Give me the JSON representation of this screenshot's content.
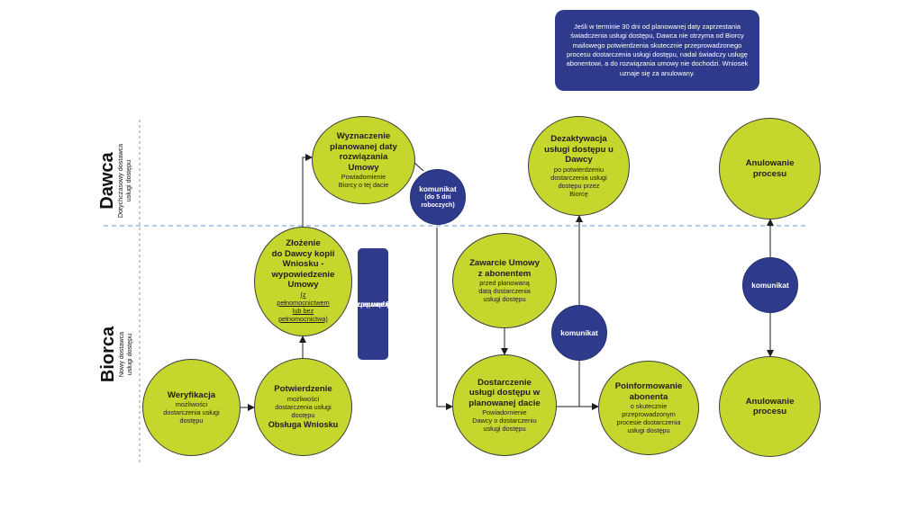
{
  "lanes": {
    "top": {
      "title": "Dawca",
      "sub1": "Dotychczasowy dostawca",
      "sub2": "usługi dostępu"
    },
    "bottom": {
      "title": "Biorca",
      "sub1": "Nowy dostawca",
      "sub2": "usługi dostępu"
    }
  },
  "nodes": {
    "weryfikacja": {
      "title": "Weryfikacja",
      "l1": "możliwości",
      "l2": "dostarczenia usługi",
      "l3": "dostępu"
    },
    "potwierdzenie": {
      "title": "Potwierdzenie",
      "l1": "możliwości",
      "l2": "dostarczenia usługi",
      "l3": "dostępu",
      "bold": "Obsługa Wniosku"
    },
    "zlozenie": {
      "t1": "Złożenie",
      "t2": "do Dawcy kopii",
      "t3": "Wniosku -",
      "t4": "wypowiedzenie",
      "t5": "Umowy",
      "u1": "(z",
      "u2": "pełnomocnictwem",
      "u3": "lub bez",
      "u4": "pełnomocnictwa)"
    },
    "wyznaczenie": {
      "t1": "Wyznaczenie",
      "t2": "planowanej daty",
      "t3": "rozwiązania",
      "t4": "Umowy",
      "s1": "Powiadomienie",
      "s2": "Biorcy o tej dacie"
    },
    "zawarcie": {
      "t1": "Zawarcie Umowy",
      "t2": "z abonentem",
      "s1": "przed planowaną",
      "s2": "datą dostarczenia",
      "s3": "usługi dostępu"
    },
    "dostarczenie": {
      "t1": "Dostarczenie",
      "t2": "usługi dostępu w",
      "t3": "planowanej dacie",
      "s1": "Powiadomienie",
      "s2": "Dawcy o dostarczeniu",
      "s3": "usługi dostępu"
    },
    "dezaktywacja": {
      "t1": "Dezaktywacja",
      "t2": "usługi dostępu u",
      "t3": "Dawcy",
      "s1": "po potwierdzeniu",
      "s2": "dostarczenia usługi",
      "s3": "dostępu przez",
      "s4": "Biorcę"
    },
    "poinformowanie": {
      "t1": "Poinformowanie",
      "t2": "abonenta",
      "s1": "o skutecznie",
      "s2": "przeprowadzonym",
      "s3": "procesie dostarczenia",
      "s4": "usługi dostępu"
    },
    "anulowanie_top": {
      "t1": "Anulowanie",
      "t2": "procesu"
    },
    "anulowanie_bottom": {
      "t1": "Anulowanie",
      "t2": "procesu"
    }
  },
  "messages": {
    "komunikat_5dni": {
      "title": "komunikat",
      "s1": "(do 5 dni",
      "s2": "roboczych)"
    },
    "komunikat_mid": {
      "title": "komunikat"
    },
    "komunikat_right": {
      "title": "komunikat"
    }
  },
  "info_box": {
    "text": "Jeśli w terminie 30 dni od planowanej daty zaprzestania świadczenia usługi dostępu, Dawca nie otrzyma od Biorcy mailowego potwierdzenia skutecznie przeprowadzonego procesu dostarczenia usługi dostępu, nadal świadczy usługę abonentowi, a do rozwiązania umowy nie dochodzi. Wniosek uznaje się za anulowany."
  },
  "notice_box": {
    "l1": "Wypowiedzenie",
    "l2": "do 21 dni kalendarzowych"
  },
  "colors": {
    "node_fill": "#c5d62d",
    "accent_blue": "#2e3a8c",
    "lane_divider": "#5b9bd5"
  }
}
